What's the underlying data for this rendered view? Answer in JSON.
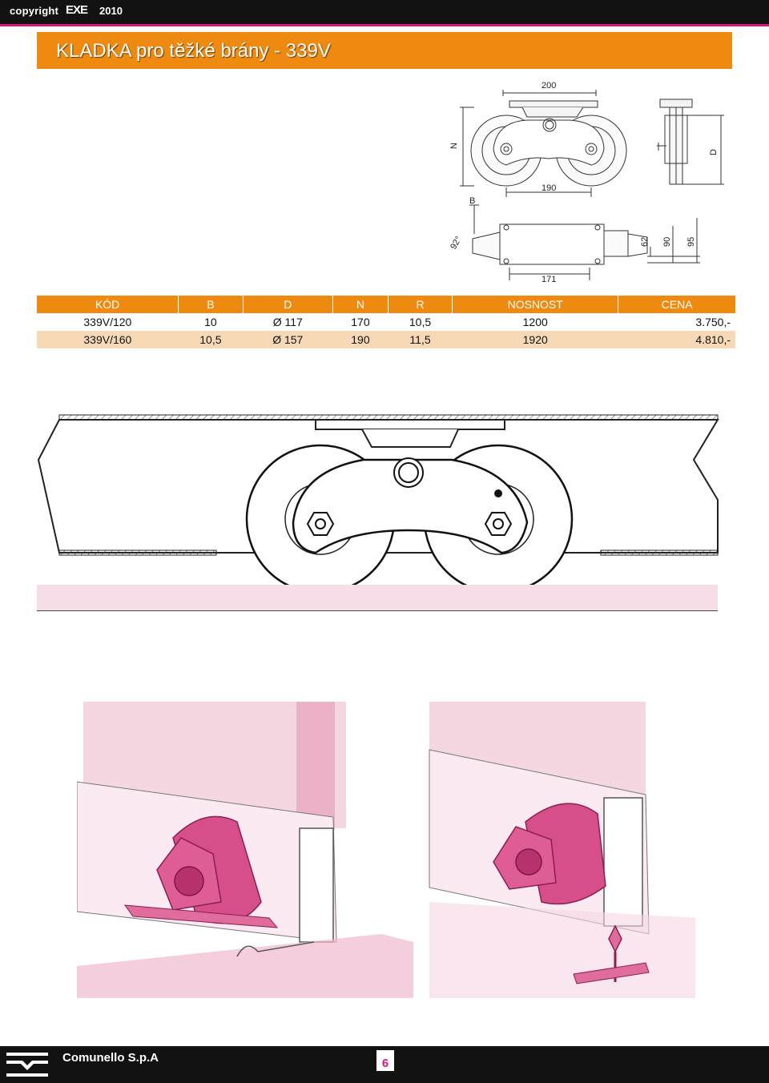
{
  "header": {
    "copyright": "copyright",
    "logo": "EXE",
    "year": "2010"
  },
  "title": "KLADKA pro těžké brány - 339V",
  "technical_drawing": {
    "dimensions": {
      "top_width": "200",
      "height_n": "N",
      "wheel_span": "190",
      "side_d": "D",
      "b_label": "B",
      "angle": "92°",
      "dim_62": "62",
      "dim_90": "90",
      "dim_95": "95",
      "plate_length": "171"
    }
  },
  "table": {
    "headers": [
      "KÓD",
      "B",
      "D",
      "N",
      "R",
      "NOSNOST",
      "CENA"
    ],
    "rows": [
      [
        "339V/120",
        "10",
        "Ø 117",
        "170",
        "10,5",
        "1200",
        "3.750,-"
      ],
      [
        "339V/160",
        "10,5",
        "Ø 157",
        "190",
        "11,5",
        "1920",
        "4.810,-"
      ]
    ]
  },
  "footer": {
    "company": "Comunello S.p.A",
    "page_number": "6"
  },
  "colors": {
    "orange": "#ef8a10",
    "magenta": "#d21a78",
    "row_alt": "#f7d9b5",
    "pink_band": "#f7dde8",
    "black": "#121212"
  }
}
